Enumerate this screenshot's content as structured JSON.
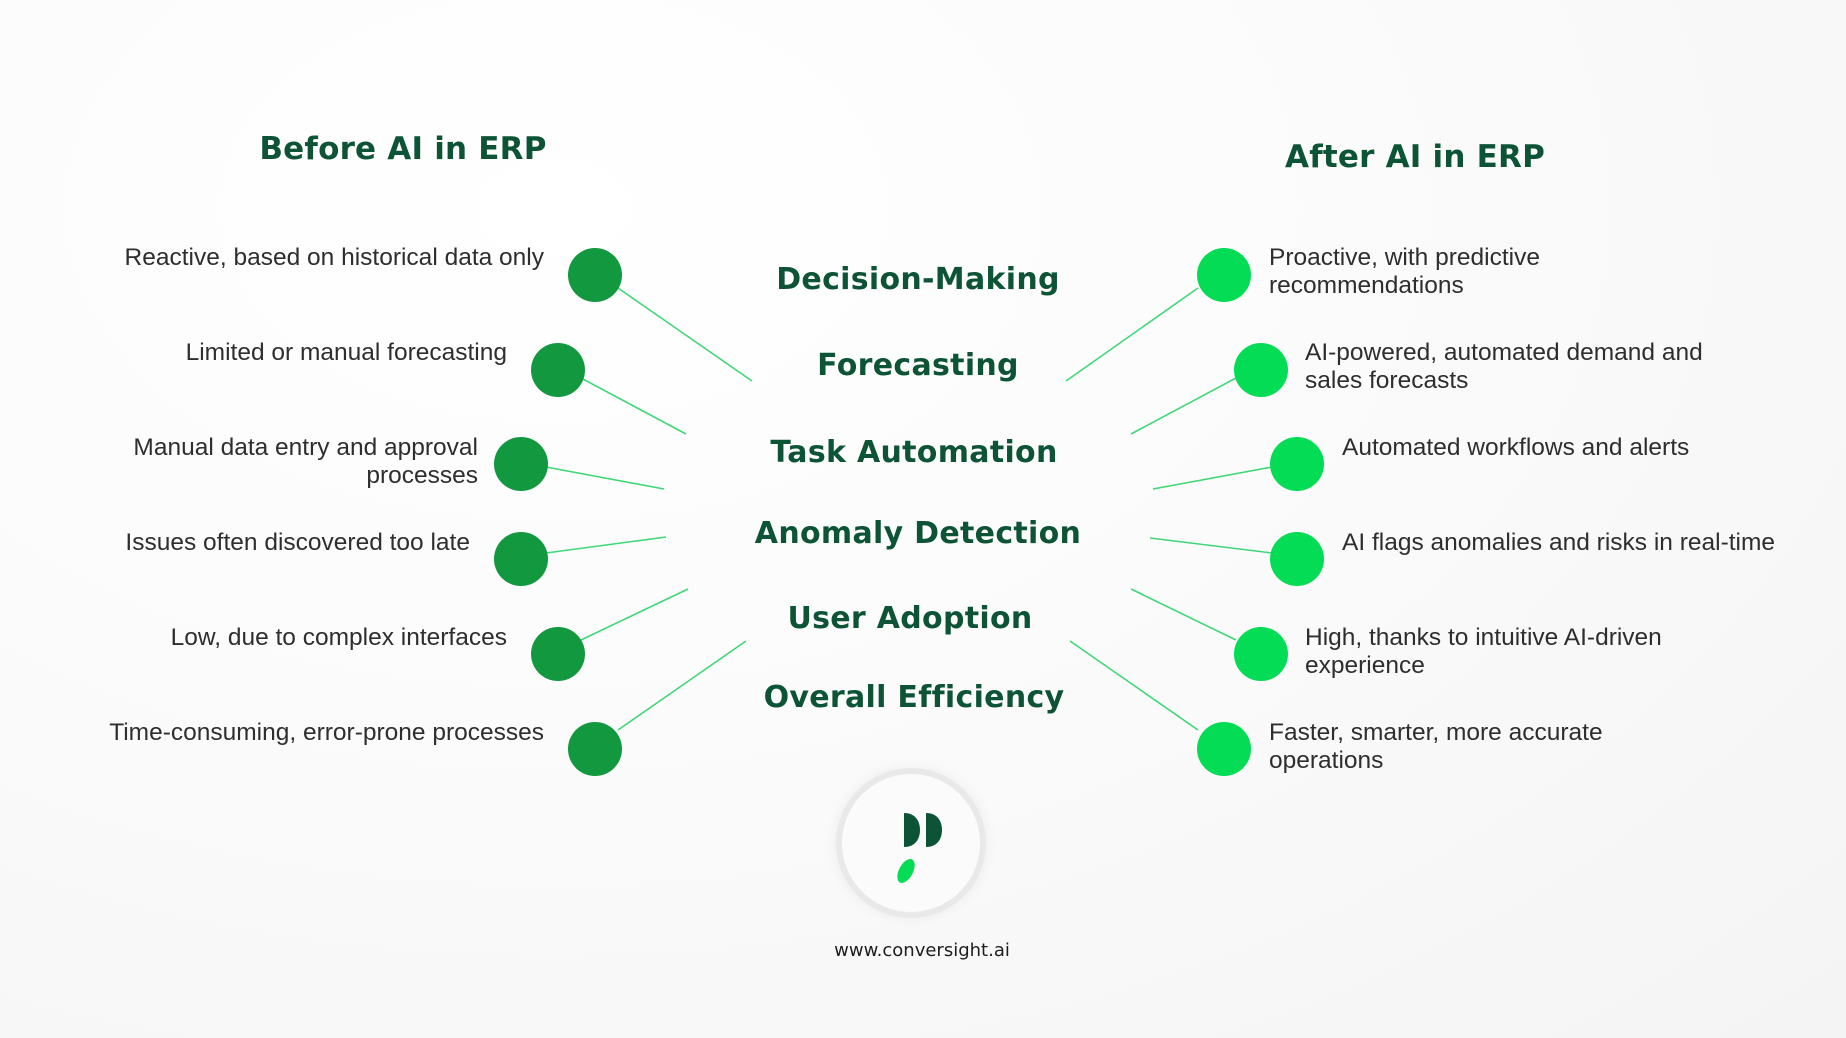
{
  "headers": {
    "before": "Before AI in ERP",
    "after": "After AI in ERP"
  },
  "categories": [
    "Decision-Making",
    "Forecasting",
    "Task Automation",
    "Anomaly Detection",
    "User Adoption",
    "Overall Efficiency"
  ],
  "before": [
    "Reactive, based on historical data only",
    "Limited or manual forecasting",
    "Manual data entry and approval\nprocesses",
    "Issues often discovered too late",
    "Low, due to complex interfaces",
    "Time-consuming, error-prone processes"
  ],
  "after": [
    "Proactive, with predictive\nrecommendations",
    "AI-powered, automated demand and\nsales forecasts",
    "Automated workflows and alerts",
    "AI flags anomalies and risks in real-time",
    "High, thanks to intuitive AI-driven\nexperience",
    "Faster, smarter, more accurate\noperations"
  ],
  "footer": {
    "url": "www.conversight.ai",
    "logo_icon": "conversight-logo-icon"
  },
  "colors": {
    "heading": "#0d5436",
    "before_dot": "#12993f",
    "after_dot": "#05dc55",
    "connector": "#3ed776",
    "text": "#2e2e2e"
  }
}
